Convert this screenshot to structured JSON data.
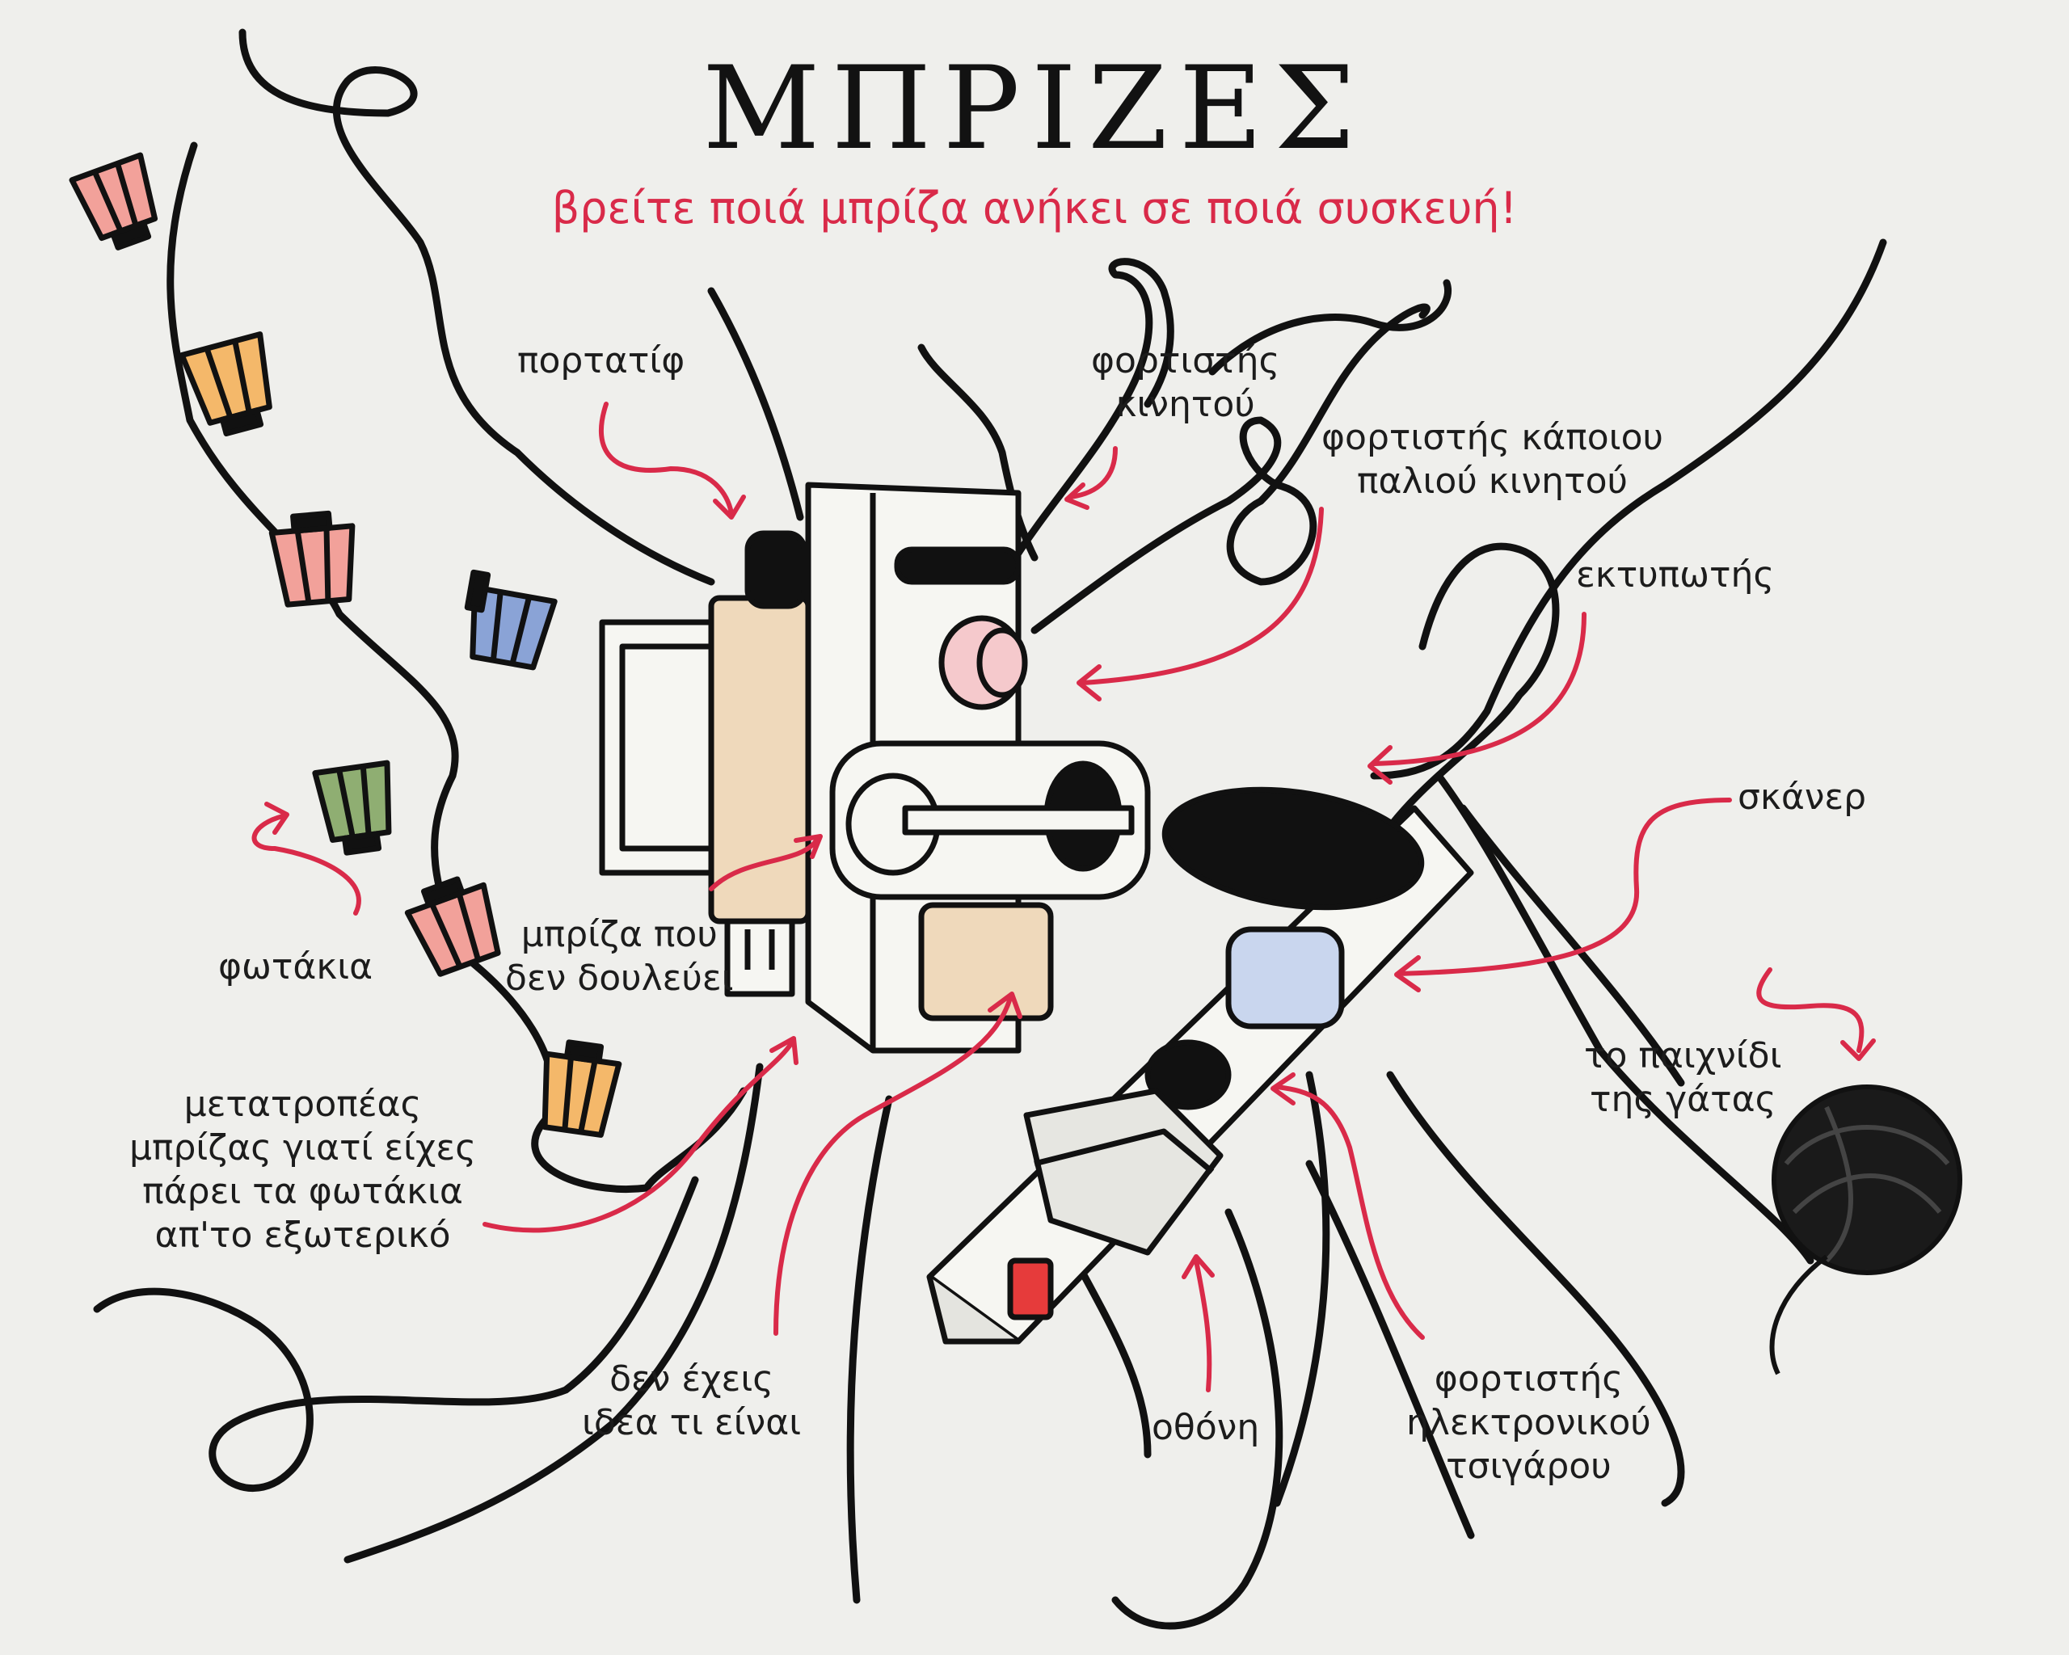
{
  "header": {
    "title": "ΜΠΡΙΖΕΣ",
    "subtitle": "βρείτε ποιά μπρίζα ανήκει σε ποιά συσκευή!"
  },
  "labels": {
    "laptop": "πορτατίφ",
    "phone_charger": [
      "φορτιστής",
      "κινητού"
    ],
    "old_phone_charger": [
      "φορτιστής κάποιου",
      "παλιού κινητού"
    ],
    "printer": "εκτυπωτής",
    "scanner": "σκάνερ",
    "lights": "φωτάκια",
    "broken_plug": [
      "μπρίζα που",
      "δεν δουλεύει"
    ],
    "adapter": [
      "μετατροπέας",
      "μπρίζας γιατί είχες",
      "πάρει τα φωτάκια",
      "απ'το εξωτερικό"
    ],
    "unknown": [
      "δεν έχεις",
      "ιδέα τι είναι"
    ],
    "monitor": "οθόνη",
    "ecig_charger": [
      "φορτιστής",
      "ηλεκτρονικού",
      "τσιγάρου"
    ],
    "cat_toy": [
      "το παιχνίδι",
      "της γάτας"
    ]
  },
  "colors": {
    "background": "#efefec",
    "ink": "#121212",
    "accent_red": "#d92a49",
    "lantern_pink": "#f2a19a",
    "lantern_orange": "#f4b86a",
    "lantern_blue": "#8aa3d6",
    "lantern_green": "#8fae72",
    "plug_beige": "#efd9bb",
    "plug_pink": "#f5c9cc",
    "plug_light_blue": "#c9d6ee"
  },
  "icons": [
    "lantern-icon",
    "power-strip-icon",
    "wall-socket-icon",
    "yarn-ball-icon",
    "arrow-icon"
  ]
}
